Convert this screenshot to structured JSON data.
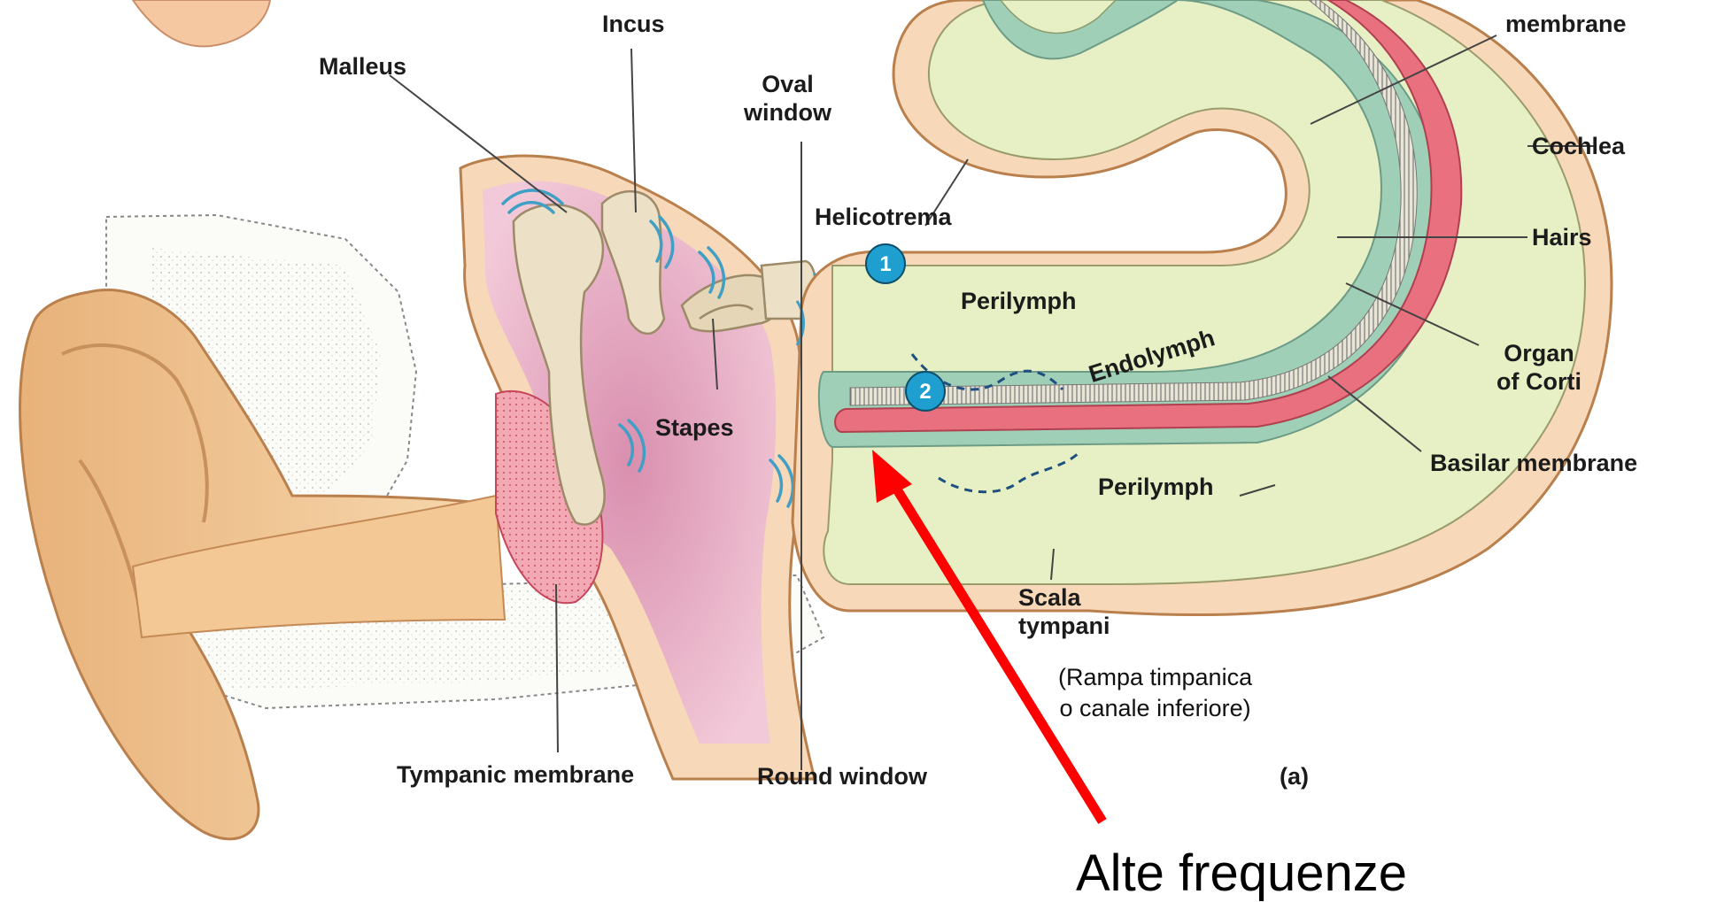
{
  "labels": {
    "incus": "Incus",
    "malleus": "Malleus",
    "oval_window": "Oval\nwindow",
    "helicotrema": "Helicotrema",
    "perilymph_top": "Perilymph",
    "endolymph": "Endolymph",
    "perilymph_bottom": "Perilymph",
    "stapes": "Stapes",
    "scala_tympani": "Scala\ntympani",
    "tympanic_membrane": "Tympanic membrane",
    "round_window": "Round window",
    "panel_tag": "(a)",
    "membrane": "membrane",
    "cochlea": "Cochlea",
    "hairs": "Hairs",
    "organ_of_corti": "Organ\nof Corti",
    "basilar_membrane": "Basilar membrane"
  },
  "badges": {
    "one": "1",
    "two": "2"
  },
  "annotations": {
    "rampa": "(Rampa timpanica\no canale inferiore)",
    "alte_frequenze": "Alte frequenze"
  },
  "colors": {
    "skin": "#f6d3a6",
    "pink": "#e9a7bf",
    "red_membrane": "#e8707f",
    "green_fluid": "#e6f0c4",
    "teal_fluid": "#9fcfb6",
    "blue_badge": "#1e9fd0",
    "arrow": "#ff0000"
  }
}
